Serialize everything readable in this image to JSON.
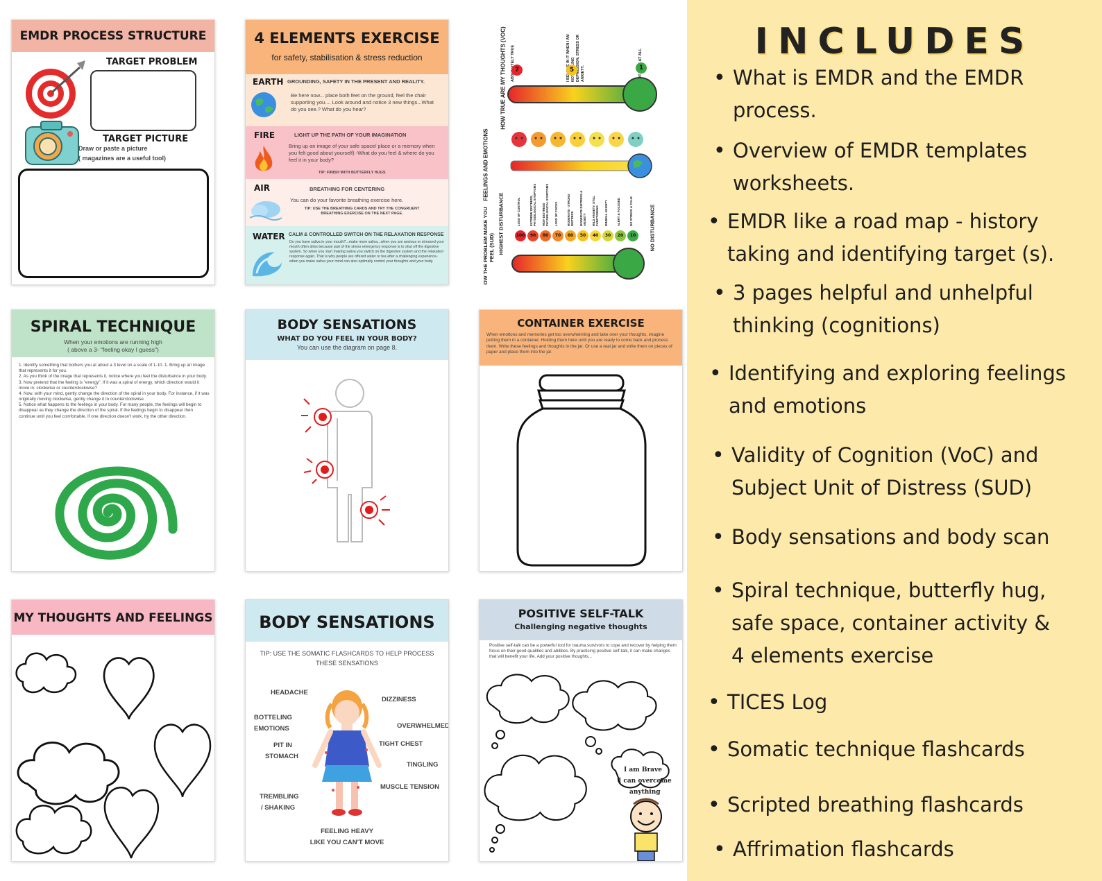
{
  "emdr_process": {
    "title": "EMDR PROCESS STRUCTURE",
    "target_problem": "TARGET PROBLEM",
    "target_picture": "TARGET PICTURE",
    "instr1": "Draw or paste a picture",
    "instr2": "( magazines are a useful tool)"
  },
  "four_elements": {
    "title": "4 ELEMENTS EXERCISE",
    "subtitle": "for safety, stabilisation & stress reduction",
    "earth": {
      "name": "EARTH",
      "head": "GROUNDING, SAFETY IN THE PRESENT AND REALITY.",
      "body": "Be here now... place both feet on the ground, feel the chair supporting you.... Look around and notice 3 new things...What do you see.? What do you hear?"
    },
    "fire": {
      "name": "FIRE",
      "head": "LIGHT UP THE PATH OF YOUR IMAGINATION",
      "body": "Bring up an image of your safe space/ place or a memory when you felt good about yourself) -What do you feel & where do you feel it in your body?",
      "tip": "TIP: FINISH WITH BUTTERFLY HUGS"
    },
    "air": {
      "name": "AIR",
      "head": "BREATHING FOR CENTERING",
      "body": "You can do your favorite breathing exercise here.",
      "tip": "TIP: USE THE BREATHING CARDS AND TRY THE CONGRUENT BREATHING EXERCISE ON THE NEXT PAGE."
    },
    "water": {
      "name": "WATER",
      "head": "CALM & CONTROLLED SWITCH ON THE RELAXATION RESPONSE",
      "body": "Do you have saliva in your mouth?...make more saliva...when you are anxious or stressed your mouth often dries because part of the stress emergency response is to shut off the digestive system. So when you start making saliva you switch on the digestive system and the relaxation response again. That is why people are offered water or tea after a challenging experience- when you make saliva your mind can also optimally control your thoughts and your body."
    }
  },
  "scales": {
    "voc_label": "HOW TRUE ARE MY THOUGHTS (VOC)",
    "voc_left": "ABSOLUTELY TRUE",
    "voc_mid": "I BELIEVE IN IT WHEN I AM NOT FEELING DEPRESSION, STRESS OR ANXIETY.",
    "voc_right": "NOT TRUE AT ALL",
    "voc_nums": [
      "7",
      "5",
      "1"
    ],
    "feel_label": "FEELINGS AND EMOTIONS",
    "sud_label": "HOW THE PROBLEM MAKE YOU FEEL (SUD)",
    "sud_high": "HIGHEST DISTURBANCE",
    "sud_low": "NO DISTURBANCE",
    "sud_nums": [
      "100",
      "90",
      "80",
      "70",
      "60",
      "50",
      "40",
      "30",
      "20",
      "10"
    ],
    "sud_desc": [
      "LOSS OF CONTROL",
      "EXTREME DISTRESS, PHYSIOLOGICAL SYMPTOMS",
      "HIGH DISTRESS PHYSIOLOGICAL SYMPTOMS",
      "LOSS OF FOCUS",
      "MODERATE - STRONG DISTRESS",
      "MODERATE DISTRESS & ANXIETY",
      "MILD ANXIETY, STILL FUNCTIONING",
      "MINIMAL ANXIETY",
      "ALERT & FOCUSED",
      "NO STRESS & CALM"
    ]
  },
  "spiral": {
    "title": "SPIRAL TECHNIQUE",
    "sub1": "When your emotions are running high",
    "sub2": "( above a 3- \"feeling okay I guess\")",
    "body": "1. Identify something that bothers you at about a 3 level on a scale of 1-10. 1. Bring up an image that represents it for you.\n2. As you think of the image that represents it, notice where you feel the disturbance in your body.\n3. Now pretend that the feeling is \"energy\". If it was a spiral of energy, which direction would it move in: clockwise or counterclockwise?\n4. Now, with your mind, gently change the direction of the spiral in your body. For instance, if it was originally moving clockwise, gently change it to counterclockwise.\n5. Notice what happens to the feelings in your body. For many people, the feelings will begin to disappear as they change the direction of the spiral. If the feelings begin to disappear then continue until you feel comfortable. If one direction doesn't work, try the other direction."
  },
  "body1": {
    "title": "BODY SENSATIONS",
    "sub": "WHAT DO YOU FEEL IN YOUR BODY?",
    "sub2": "You can use the diagram on page 8."
  },
  "container": {
    "title": "CONTAINER EXERCISE",
    "body": "When emotions and memories get too overwhelming and take over your thoughts, imagine putting them in a container. Holding them here until you are ready to come back and process them. Write these feelings and thoughts in the jar. Or use a real jar and write them on pieces of paper and place them into the jar."
  },
  "thoughts": {
    "title": "MY THOUGHTS AND FEELINGS"
  },
  "body2": {
    "title": "BODY SENSATIONS",
    "tip1": "TIP: USE THE SOMATIC FLASHCARDS TO HELP PROCESS",
    "tip2": "THESE SENSATIONS",
    "labels": {
      "headache": "HEADACHE",
      "bottling": "BOTTELING",
      "emotions": "EMOTIONS",
      "pit": "PIT IN",
      "stomach": "STOMACH",
      "trembling": "TREMBLING",
      "shaking": "/ SHAKING",
      "dizziness": "DIZZINESS",
      "overwhelmed": "OVERWHELMED",
      "tight": "TIGHT CHEST",
      "tingling": "TINGLING",
      "muscle": "MUSCLE TENSION",
      "heavy1": "FEELING HEAVY",
      "heavy2": "LIKE YOU CAN'T MOVE"
    }
  },
  "selftalk": {
    "title": "POSITIVE SELF-TALK",
    "sub": "Challenging negative thoughts",
    "body": "Positive self-talk can be a powerful tool for trauma survivors to cope and recover by helping them focus on their good qualities and abilities. By practicing positive self-talk, it can make changes that will benefit your life. Add your positive thoughts...",
    "bubble1": "I am Brave",
    "bubble2": "I can overcome",
    "bubble3": "anything"
  },
  "includes": {
    "title": "INCLUDES",
    "items": [
      "What  is  EMDR  and  the  EMDR\nprocess.",
      "Overview of EMDR templates\nworksheets.",
      "EMDR like a road map - history\ntaking and identifying target (s).",
      " 3 pages helpful and unhelpful\nthinking (cognitions)",
      "Identifying and exploring feelings\nand emotions",
      "Validity of Cognition (VoC)  and\nSubject Unit of Distress (SUD)",
      "Body sensations and body scan",
      "Spiral technique, butterfly hug,\nsafe space, container activity &\n4 elements exercise",
      "TICES Log",
      "Somatic technique flashcards",
      "Scripted breathing flashcards",
      "Affrimation flashcards"
    ]
  },
  "colors": {
    "salmon": "#f2b4a4",
    "orange": "#f8b47a",
    "green": "#bfe3c8",
    "lightblue": "#cfe9f1",
    "pink": "#f7b8c4",
    "steel": "#cfdbe6",
    "panel": "#fde9a9",
    "spiral": "#2ea84a"
  }
}
